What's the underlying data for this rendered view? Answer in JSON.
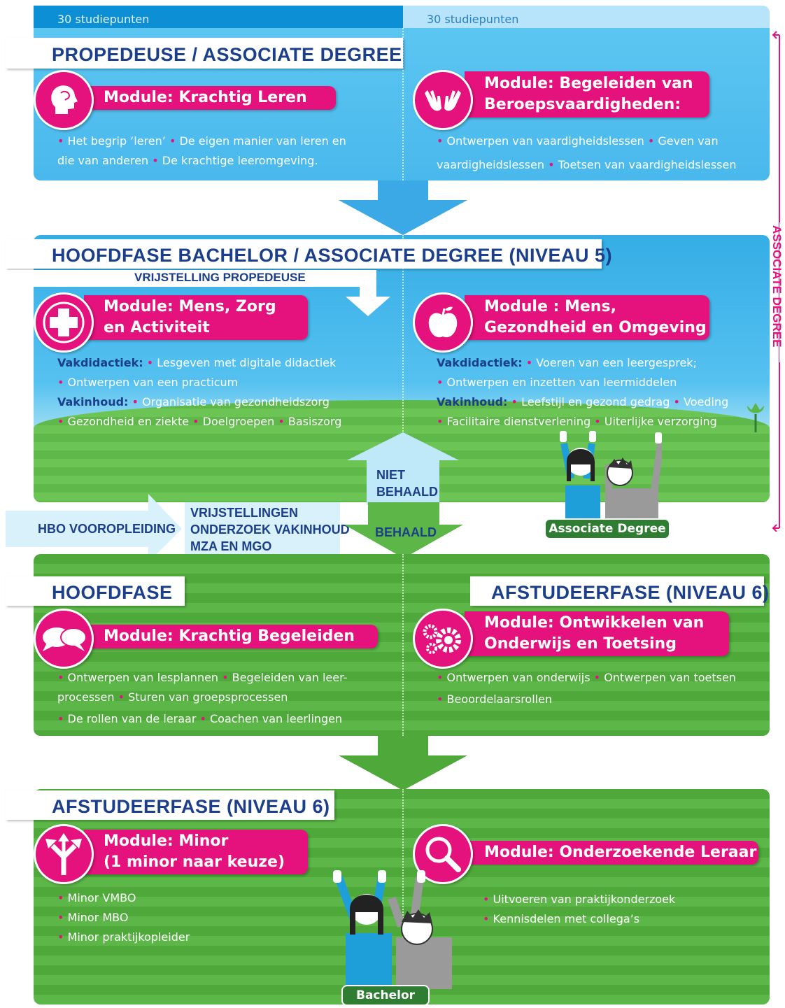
{
  "studiepunten": {
    "left": "30 studiepunten",
    "right": "30 studiepunten"
  },
  "side_label": "ASSOCIATE DEGREE",
  "sections": [
    {
      "title": "PROPEDEUSE / ASSOCIATE DEGREE",
      "left_module": {
        "icon": "head-icon",
        "title_lines": [
          "Module: Krachtig Leren"
        ],
        "lines": [
          "• Het begrip ‘leren’ • De eigen manier van leren en",
          "die van anderen • De krachtige leeromgeving."
        ]
      },
      "right_module": {
        "icon": "hands-icon",
        "title_lines": [
          "Module: Begeleiden van",
          "Beroepsvaardigheden:"
        ],
        "lines": [
          "• Ontwerpen van vaardigheidslessen • Geven van",
          "vaardigheidslessen • Toetsen van vaardigheidslessen"
        ]
      }
    },
    {
      "title": "HOOFDFASE BACHELOR / ASSOCIATE DEGREE (NIVEAU 5)",
      "exemption": "VRIJSTELLING PROPEDEUSE",
      "left_module": {
        "icon": "medical-cross-icon",
        "title_lines": [
          "Module: Mens, Zorg",
          "en Activiteit"
        ],
        "lines": [
          {
            "bold": "Vakdidactiek:",
            "text": " • Lesgeven met digitale didactiek"
          },
          {
            "bold": "",
            "text": "• Ontwerpen van een practicum"
          },
          {
            "bold": "Vakinhoud:",
            "text": " • Organisatie van gezondheidszorg"
          },
          {
            "bold": "",
            "text": "• Gezondheid en ziekte • Doelgroepen • Basiszorg"
          }
        ]
      },
      "right_module": {
        "icon": "apple-icon",
        "title_lines": [
          "Module : Mens,",
          "Gezondheid en Omgeving"
        ],
        "lines": [
          {
            "bold": "Vakdidactiek:",
            "text": " • Voeren van een leergesprek;"
          },
          {
            "bold": "",
            "text": "• Ontwerpen en inzetten van leermiddelen"
          },
          {
            "bold": "Vakinhoud:",
            "text": " • Leefstijl en gezond gedrag • Voeding"
          },
          {
            "bold": "",
            "text": "• Facilitaire dienstverlening • Uiterlijke verzorging"
          }
        ]
      },
      "niet_behaald": [
        "NIET",
        "BEHAALD"
      ],
      "behaald": "BEHAALD",
      "badge": "Associate Degree"
    },
    {
      "hbo_label": "HBO VOOROPLEIDING",
      "exemptions": [
        "VRIJSTELLINGEN",
        "ONDERZOEK VAKINHOUD",
        "MZA EN MGO"
      ]
    },
    {
      "title_left": "HOOFDFASE",
      "title_right": "AFSTUDEERFASE (NIVEAU 6)",
      "left_module": {
        "icon": "speech-bubbles-icon",
        "title_lines": [
          "Module: Krachtig Begeleiden"
        ],
        "lines": [
          "• Ontwerpen van lesplannen • Begeleiden van leer-",
          "processen • Sturen van groepsprocessen",
          "• De rollen van de leraar • Coachen van leerlingen"
        ]
      },
      "right_module": {
        "icon": "gears-icon",
        "title_lines": [
          "Module: Ontwikkelen van",
          "Onderwijs en Toetsing"
        ],
        "lines": [
          "• Ontwerpen van onderwijs • Ontwerpen van toetsen",
          "• Beoordelaarsrollen"
        ]
      }
    },
    {
      "title": "AFSTUDEERFASE (NIVEAU 6)",
      "left_module": {
        "icon": "split-arrows-icon",
        "title_lines": [
          "Module: Minor",
          "(1 minor naar keuze)"
        ],
        "lines": [
          "• Minor VMBO",
          "• Minor MBO",
          "• Minor praktijkopleider"
        ]
      },
      "right_module": {
        "icon": "magnifier-icon",
        "title_lines": [
          "Module: Onderzoekende Leraar"
        ],
        "lines": [
          "• Uitvoeren van praktijkonderzoek",
          "• Kennisdelen met collega’s"
        ]
      },
      "badge": "Bachelor"
    }
  ]
}
